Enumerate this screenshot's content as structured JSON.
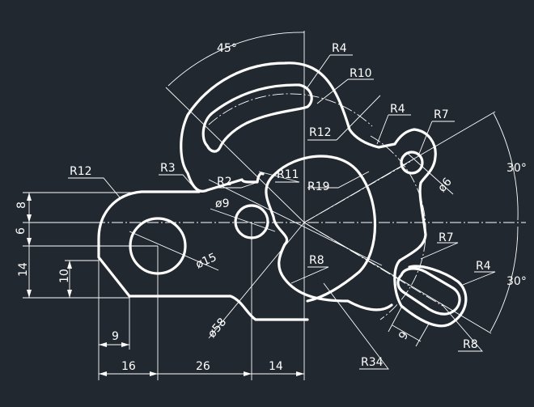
{
  "drawing": {
    "background": "#212830",
    "line_color": "#ffffff",
    "dimensions": {
      "angle_45": "45°",
      "r4_top": "R4",
      "r10": "R10",
      "r4_right": "R4",
      "r7_top": "R7",
      "r12_inner": "R12",
      "r12_left": "R12",
      "r3": "R3",
      "r2": "R2",
      "r11": "R11",
      "r19": "R19",
      "dia6": "ø6",
      "angle_30_top": "30°",
      "angle_30_bottom": "30°",
      "dia9": "ø9",
      "dia15": "ø15",
      "r8_center": "R8",
      "r7_lower": "R7",
      "r4_lower": "R4",
      "r8_lower": "R8",
      "dia58": "ø58",
      "r34": "R34",
      "v8": "8",
      "v6": "6",
      "v14": "14",
      "v10": "10",
      "h9_left": "9",
      "h9_slot": "9",
      "h16": "16",
      "h26": "26",
      "h14": "14"
    }
  }
}
